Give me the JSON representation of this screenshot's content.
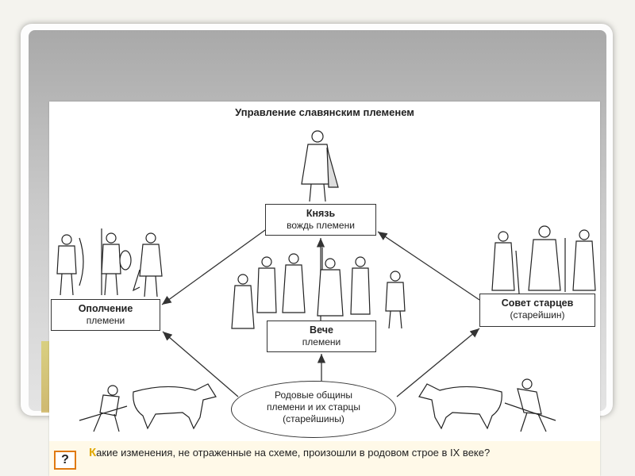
{
  "diagram": {
    "title": "Управление славянским племенем",
    "nodes": {
      "prince": {
        "title": "Князь",
        "subtitle": "вождь племени"
      },
      "militia": {
        "title": "Ополчение",
        "subtitle": "племени"
      },
      "council": {
        "title": "Совет старцев",
        "subtitle": "(старейшин)"
      },
      "veche": {
        "title": "Вече",
        "subtitle": "племени"
      },
      "clans": {
        "line1": "Родовые общины",
        "line2": "племени и их старцы",
        "line3": "(старейшины)"
      }
    },
    "edges": [
      {
        "from": "clans",
        "to": "militia"
      },
      {
        "from": "clans",
        "to": "council"
      },
      {
        "from": "clans",
        "to": "veche"
      },
      {
        "from": "veche",
        "to": "prince"
      },
      {
        "from": "prince",
        "to": "militia"
      },
      {
        "from": "council",
        "to": "prince"
      }
    ]
  },
  "question": {
    "icon": "?",
    "text": "Какие изменения, не отраженные на схеме, произошли в родовом строе в IX веке?"
  },
  "colors": {
    "question_border": "#e07a10",
    "question_first_letter": "#e0a800"
  }
}
